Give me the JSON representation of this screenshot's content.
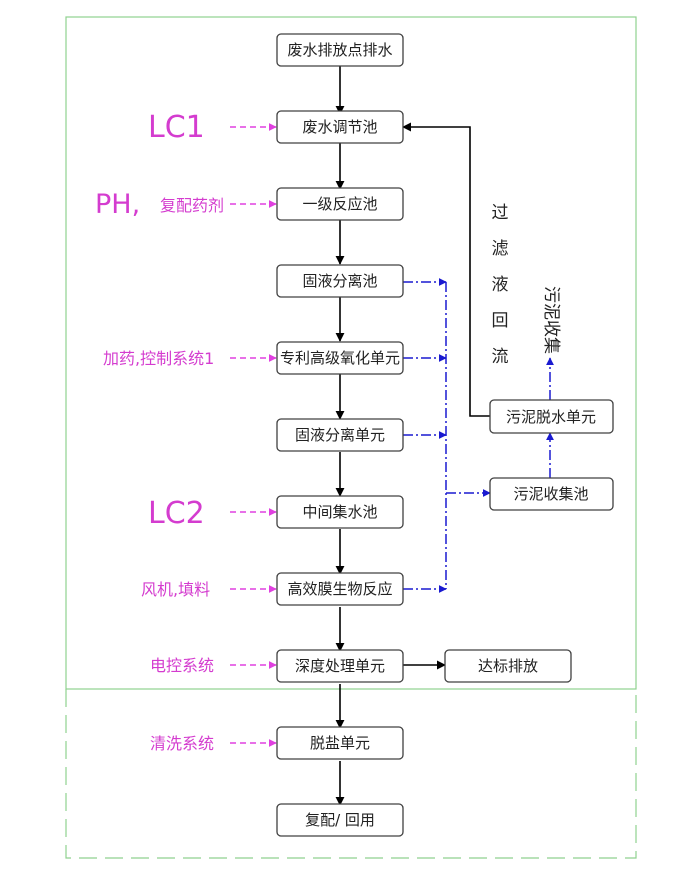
{
  "process_boxes": [
    "废水排放点排水",
    "废水调节池",
    "一级反应池",
    "固液分离池",
    "专利高级氧化单元",
    "固液分离单元",
    "中间集水池",
    "高效膜生物反应",
    "深度处理单元",
    "脱盐单元",
    "复配/ 回用"
  ],
  "side_boxes": {
    "discharge": "达标排放",
    "sludge_collection": "污泥收集池",
    "sludge_dewatering": "污泥脱水单元"
  },
  "input_labels": {
    "lc1": "LC1",
    "ph": "PH,",
    "reagent": "复配药剂",
    "dosing": "加药,控制系统1",
    "lc2": "LC2",
    "fan": "风机,填料",
    "electric": "电控系统",
    "cleaning": "清洗系统"
  },
  "filtrate_return": "过滤液回流",
  "sludge_collect_out": "污泥收集",
  "colors": {
    "border_green": "#8fd18f",
    "input_magenta": "#e040e0",
    "sludge_blue": "#1a1ad0",
    "arrow_black": "#000000"
  }
}
